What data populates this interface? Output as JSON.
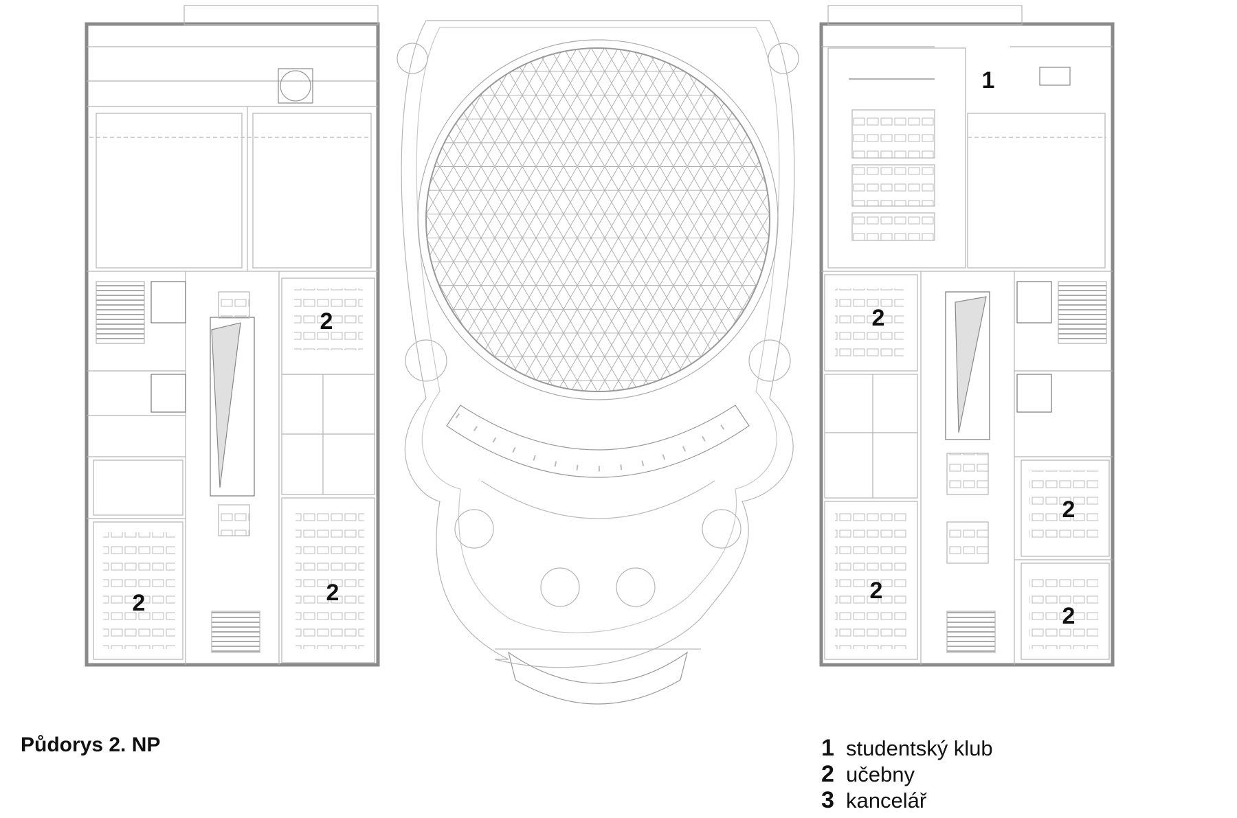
{
  "title": "Půdorys 2. NP",
  "legend": [
    {
      "number": "1",
      "label": "studentský klub"
    },
    {
      "number": "2",
      "label": "učebny"
    },
    {
      "number": "3",
      "label": "kancelář"
    }
  ],
  "room_labels": {
    "club": "1",
    "left_upper_classroom": "2",
    "left_lower_classroom_a": "2",
    "left_lower_classroom_b": "2",
    "right_upper_classroom": "2",
    "right_lower_classroom": "2",
    "right_side_classroom_a": "2",
    "right_side_classroom_b": "2"
  },
  "colors": {
    "wall": "#8a8a8a",
    "line": "#b5b5b5",
    "ink": "#111111"
  }
}
